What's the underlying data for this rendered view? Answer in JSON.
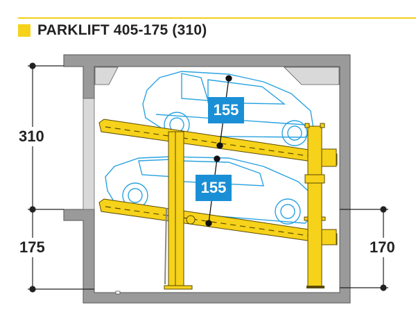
{
  "header": {
    "title": "PARKLIFT 405-175 (310)",
    "accent_color": "#f6d21a"
  },
  "dimensions": {
    "upper_height": "310",
    "lower_pit_depth": "175",
    "right_height": "170"
  },
  "platforms": {
    "upper_car_height": "155",
    "lower_car_height": "155"
  },
  "colors": {
    "wall": "#9a9a9a",
    "wall_light": "#d9d9d9",
    "platform": "#f6d21a",
    "car_outline": "#2aa3e0",
    "badge": "#1a8fd6",
    "dimension_line": "#222222"
  }
}
